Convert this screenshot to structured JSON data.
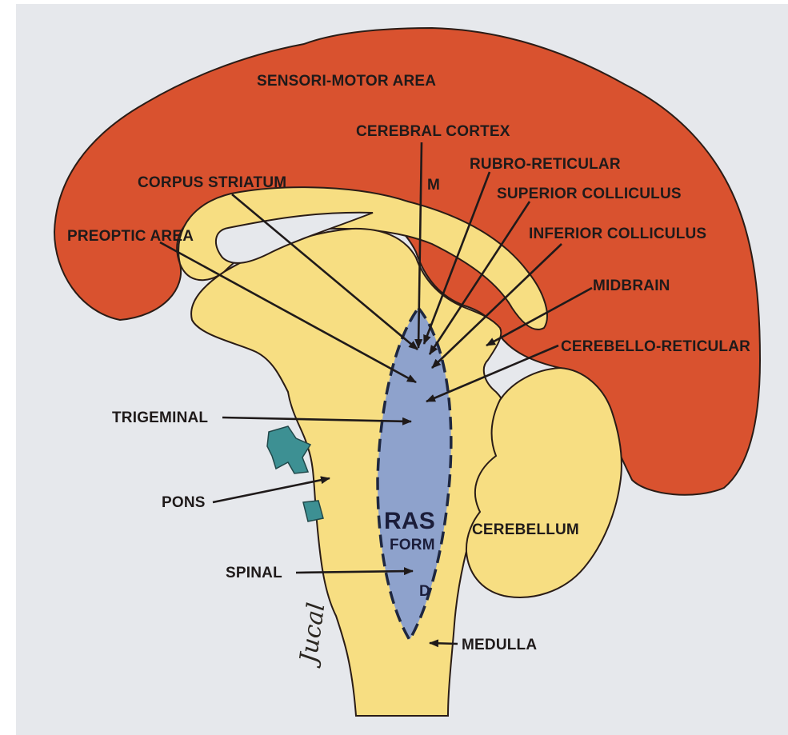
{
  "colors": {
    "background": "#e6e8ec",
    "cortex": "#d9522f",
    "brainstem": "#f7de82",
    "ras": "#8ea2cc",
    "nerve": "#3d9093",
    "outline": "#2a1c16"
  },
  "labels": {
    "sensori_motor_area": "SENSORI-MOTOR  AREA",
    "cerebral_cortex": "CEREBRAL CORTEX",
    "rubro_reticular": "RUBRO-RETICULAR",
    "corpus_striatum": "CORPUS STRIATUM",
    "m_marker": "M",
    "superior_colliculus": "SUPERIOR COLLICULUS",
    "preoptic_area": "PREOPTIC AREA",
    "inferior_colliculus": "INFERIOR COLLICULUS",
    "midbrain": "MIDBRAIN",
    "cerebello_reticular": "CEREBELLO-RETICULAR",
    "trigeminal": "TRIGEMINAL",
    "pons": "PONS",
    "ras": "RAS",
    "form": "FORM",
    "cerebellum": "CEREBELLUM",
    "spinal": "SPINAL",
    "d_marker": "D",
    "medulla": "MEDULLA"
  },
  "signature": "Jucal"
}
